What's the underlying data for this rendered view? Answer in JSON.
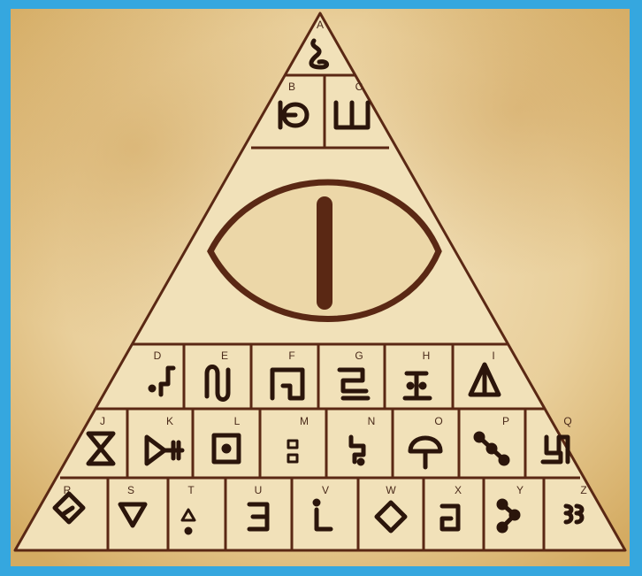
{
  "cipher": {
    "rows": [
      {
        "cells": [
          {
            "letter": "A",
            "glyph": "loop"
          }
        ]
      },
      {
        "cells": [
          {
            "letter": "B",
            "glyph": "bracket-circle"
          },
          {
            "letter": "C",
            "glyph": "trident"
          }
        ]
      },
      {
        "cells": [
          {
            "letter": "D",
            "glyph": "d"
          },
          {
            "letter": "E",
            "glyph": "e"
          },
          {
            "letter": "F",
            "glyph": "f"
          },
          {
            "letter": "G",
            "glyph": "g"
          },
          {
            "letter": "H",
            "glyph": "h"
          },
          {
            "letter": "I",
            "glyph": "i"
          }
        ]
      },
      {
        "cells": [
          {
            "letter": "J",
            "glyph": "hourglass"
          },
          {
            "letter": "K",
            "glyph": "k"
          },
          {
            "letter": "L",
            "glyph": "boxdot"
          },
          {
            "letter": "M",
            "glyph": "m"
          },
          {
            "letter": "N",
            "glyph": "n"
          },
          {
            "letter": "O",
            "glyph": "o"
          },
          {
            "letter": "P",
            "glyph": "p"
          },
          {
            "letter": "Q",
            "glyph": "q"
          }
        ]
      },
      {
        "cells": [
          {
            "letter": "R",
            "glyph": "r"
          },
          {
            "letter": "S",
            "glyph": "s"
          },
          {
            "letter": "T",
            "glyph": "t"
          },
          {
            "letter": "U",
            "glyph": "u"
          },
          {
            "letter": "V",
            "glyph": "v"
          },
          {
            "letter": "W",
            "glyph": "w"
          },
          {
            "letter": "X",
            "glyph": "x"
          },
          {
            "letter": "Y",
            "glyph": "y"
          },
          {
            "letter": "Z",
            "glyph": "z"
          }
        ]
      }
    ],
    "colors": {
      "ink": "#5a2814",
      "parchment": "#f0dfb6",
      "parchment_dark": "#d9b574",
      "frame": "#35a7df"
    }
  }
}
